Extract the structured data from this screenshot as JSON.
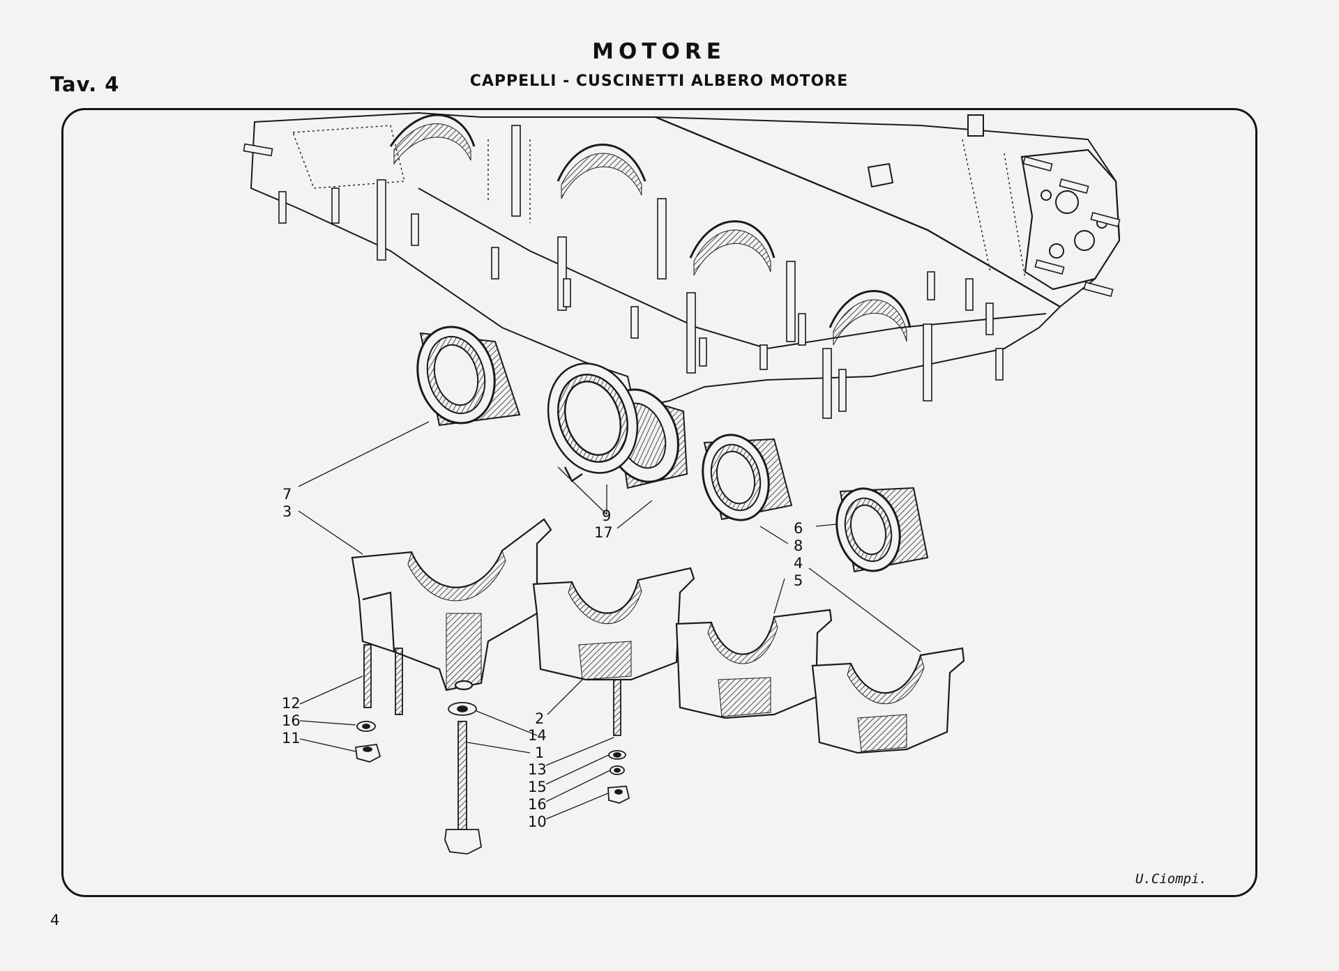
{
  "header": {
    "plate_label": "Tav. 4",
    "title": "MOTORE",
    "subtitle": "CAPPELLI - CUSCINETTI ALBERO MOTORE"
  },
  "callouts": {
    "c7": "7",
    "c3": "3",
    "c9": "9",
    "c17": "17",
    "c6": "6",
    "c8": "8",
    "c4": "4",
    "c5": "5",
    "c12": "12",
    "c16a": "16",
    "c11": "11",
    "c2": "2",
    "c14": "14",
    "c1": "1",
    "c13": "13",
    "c15": "15",
    "c16b": "16",
    "c10": "10"
  },
  "signature": "U.Ciompi.",
  "page_number": "4"
}
